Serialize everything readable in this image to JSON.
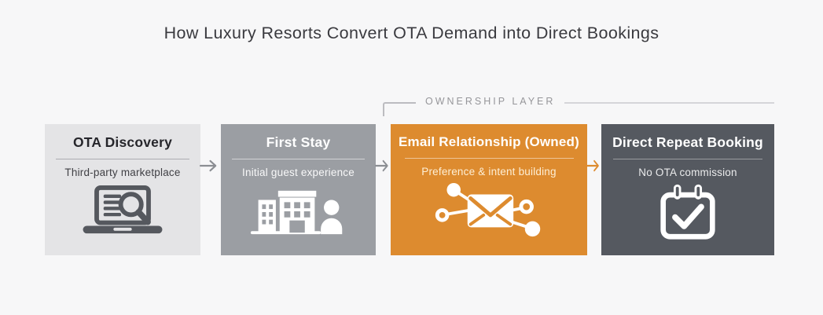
{
  "title": "How Luxury Resorts Convert OTA Demand into Direct Bookings",
  "ownership_layer": {
    "label": "OWNERSHIP LAYER",
    "line_color": "#d5d5d9",
    "label_color": "#96969a"
  },
  "flow": {
    "steps": [
      {
        "title": "OTA Discovery",
        "subtitle": "Third-party marketplace",
        "icon": "laptop-search-icon",
        "bg": "#e4e4e6",
        "title_color": "#26262b",
        "subtitle_color": "#404045",
        "divider_color": "rgba(70,70,76,0.35)",
        "icon_color": "#55585e"
      },
      {
        "title": "First Stay",
        "subtitle": "Initial guest experience",
        "icon": "hotel-guest-icon",
        "bg": "#9b9ea3",
        "title_color": "#ffffff",
        "subtitle_color": "rgba(255,255,255,0.93)",
        "divider_color": "rgba(255,255,255,0.55)",
        "icon_color": "#ffffff"
      },
      {
        "title": "Email Relationship (Owned)",
        "subtitle": "Preference & intent building",
        "icon": "email-network-icon",
        "bg": "#dd8b2f",
        "title_color": "#ffffff",
        "subtitle_color": "rgba(255,244,222,0.95)",
        "divider_color": "rgba(255,255,255,0.5)",
        "icon_color": "#ffffff"
      },
      {
        "title": "Direct Repeat Booking",
        "subtitle": "No OTA commission",
        "icon": "calendar-check-icon",
        "bg": "#555960",
        "title_color": "#ffffff",
        "subtitle_color": "rgba(255,255,255,0.88)",
        "divider_color": "rgba(255,255,255,0.4)",
        "icon_color": "#ffffff"
      }
    ],
    "arrows": [
      {
        "color": "#8b8e93"
      },
      {
        "color": "#8b8e93"
      },
      {
        "color": "#dd8b2f"
      }
    ]
  },
  "colors": {
    "background": "#f7f7f8",
    "accent_orange": "#dd8b2f",
    "dark_slate": "#555960",
    "title_text": "#3a3a3f"
  }
}
